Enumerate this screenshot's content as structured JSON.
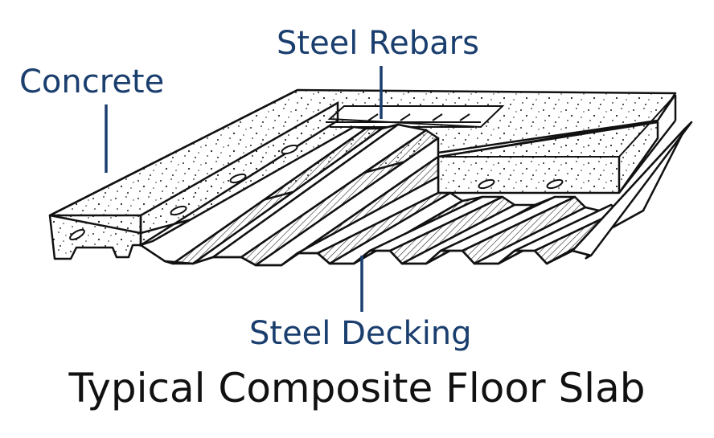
{
  "labels": {
    "concrete": "Concrete",
    "rebars": "Steel Rebars",
    "decking": "Steel Decking"
  },
  "title": "Typical Composite Floor Slab",
  "colors": {
    "label": "#1a3e6e",
    "title": "#111111",
    "outline": "#111111"
  }
}
